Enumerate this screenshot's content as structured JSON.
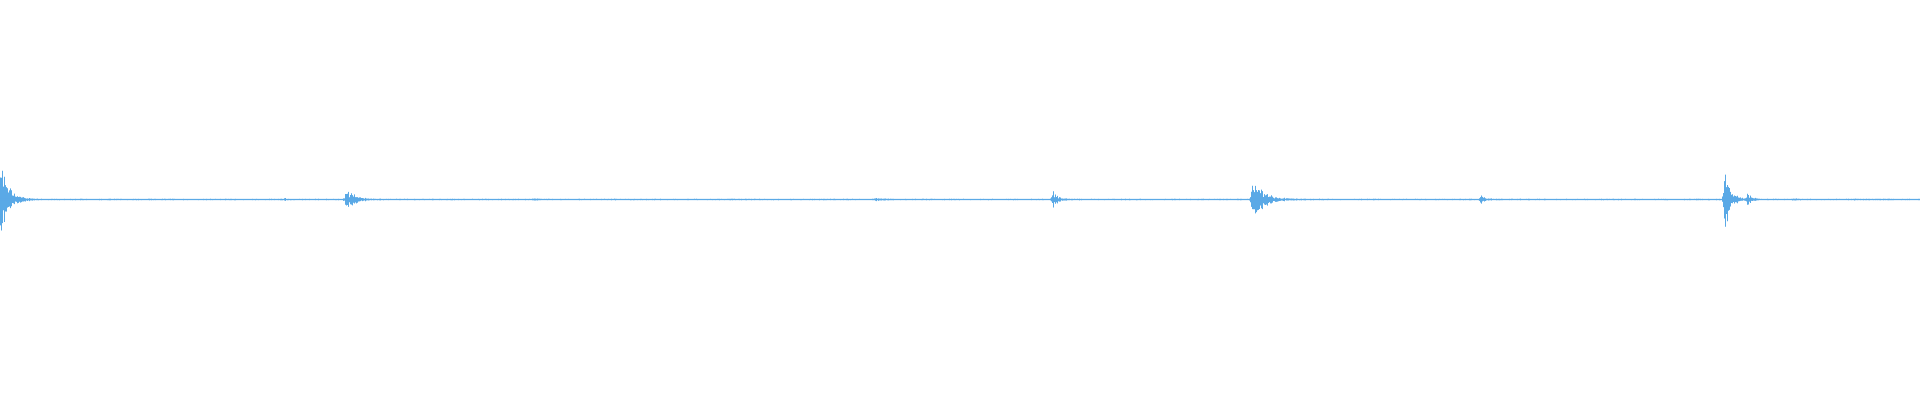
{
  "waveform": {
    "color": "#5aa9e6",
    "background": "#ffffff",
    "peaks": [
      {
        "position": 0.0,
        "amplitude": 0.23,
        "decay": 0.004
      },
      {
        "position": 0.18,
        "amplitude": 0.055,
        "decay": 0.004
      },
      {
        "position": 0.183,
        "amplitude": 0.02,
        "decay": 0.003
      },
      {
        "position": 0.148,
        "amplitude": 0.006,
        "decay": 0.002
      },
      {
        "position": 0.278,
        "amplitude": 0.005,
        "decay": 0.002
      },
      {
        "position": 0.38,
        "amplitude": 0.004,
        "decay": 0.002
      },
      {
        "position": 0.456,
        "amplitude": 0.012,
        "decay": 0.003
      },
      {
        "position": 0.548,
        "amplitude": 0.045,
        "decay": 0.003
      },
      {
        "position": 0.652,
        "amplitude": 0.12,
        "decay": 0.006
      },
      {
        "position": 0.771,
        "amplitude": 0.03,
        "decay": 0.002
      },
      {
        "position": 0.898,
        "amplitude": 0.205,
        "decay": 0.003
      },
      {
        "position": 0.91,
        "amplitude": 0.04,
        "decay": 0.002
      },
      {
        "position": 0.934,
        "amplitude": 0.006,
        "decay": 0.002
      },
      {
        "position": 0.966,
        "amplitude": 0.005,
        "decay": 0.002
      }
    ],
    "noise_floor": 0.0035
  }
}
